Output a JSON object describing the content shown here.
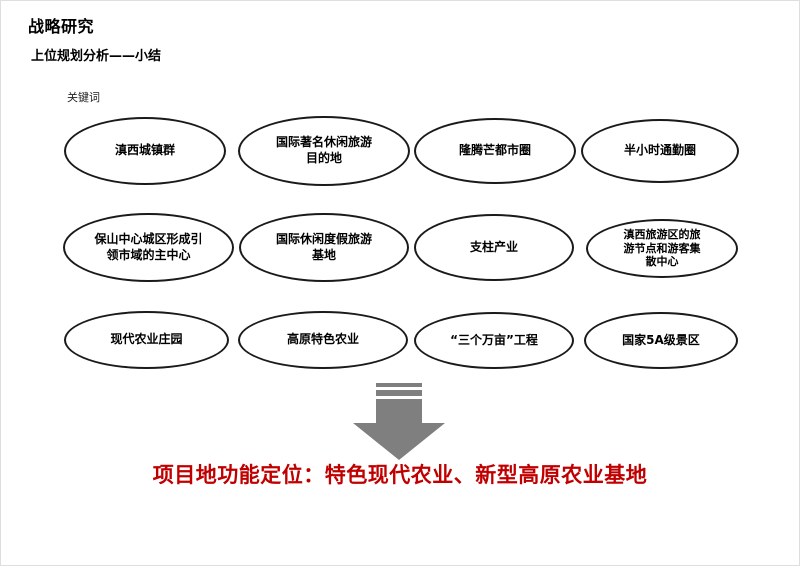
{
  "page": {
    "title": "战略研究",
    "subtitle": "上位规划分析——小结",
    "keywords_label": "关键词"
  },
  "keywords": {
    "rows": [
      {
        "items": [
          {
            "label": "滇西城镇群"
          },
          {
            "label": "国际著名休闲旅游目的地"
          },
          {
            "label": "隆腾芒都市圈"
          },
          {
            "label": "半小时通勤圈"
          }
        ]
      },
      {
        "items": [
          {
            "label": "保山中心城区形成引领市域的主中心"
          },
          {
            "label": "国际休闲度假旅游基地"
          },
          {
            "label": "支柱产业"
          },
          {
            "label": "滇西旅游区的旅游节点和游客集散中心"
          }
        ]
      },
      {
        "items": [
          {
            "label": "现代农业庄园"
          },
          {
            "label": "高原特色农业"
          },
          {
            "label": "“三个万亩”工程"
          },
          {
            "label": "国家5A级景区"
          }
        ]
      }
    ]
  },
  "arrow": {
    "icon": "striped-down-arrow",
    "color": "#7f7f7f"
  },
  "conclusion": {
    "text": "项目地功能定位：特色现代农业、新型高原农业基地",
    "color": "#c00000"
  }
}
